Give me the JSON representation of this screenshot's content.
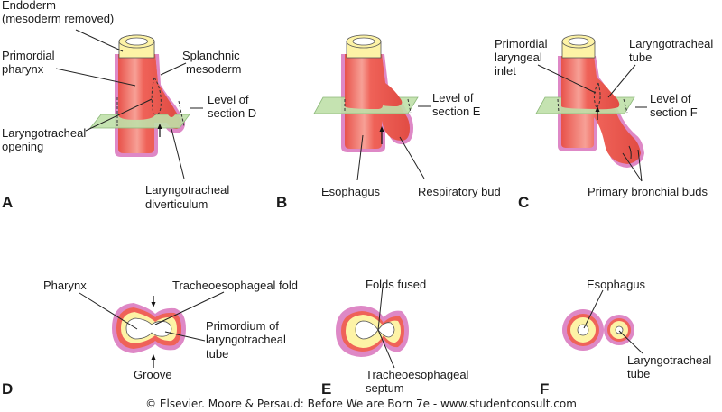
{
  "figure": {
    "colors": {
      "mesoderm": "#de88c6",
      "endoderm_outer": "#ef6258",
      "endoderm_highlight": "#f7a096",
      "lumen_ring": "#fdf3a6",
      "section_plane": "#bfe0a8",
      "section_plane_edge": "#8cb87a"
    },
    "panels": {
      "A": {
        "letter": "A",
        "labels": {
          "endoderm_1": "Endoderm",
          "endoderm_2": "(mesoderm removed)",
          "primordial_pharynx_1": "Primordial",
          "primordial_pharynx_2": "pharynx",
          "splanchnic_1": "Splanchnic",
          "splanchnic_2": "mesoderm",
          "level_1": "Level of",
          "level_2": "section D",
          "lt_opening_1": "Laryngotracheal",
          "lt_opening_2": "opening",
          "lt_divert_1": "Laryngotracheal",
          "lt_divert_2": "diverticulum"
        }
      },
      "B": {
        "letter": "B",
        "labels": {
          "level_1": "Level of",
          "level_2": "section E",
          "esophagus": "Esophagus",
          "respiratory_bud": "Respiratory bud"
        }
      },
      "C": {
        "letter": "C",
        "labels": {
          "inlet_1": "Primordial",
          "inlet_2": "laryngeal",
          "inlet_3": "inlet",
          "lt_tube_1": "Laryngotracheal",
          "lt_tube_2": "tube",
          "level_1": "Level of",
          "level_2": "section F",
          "bronchial_buds": "Primary bronchial buds"
        }
      },
      "D": {
        "letter": "D",
        "labels": {
          "pharynx": "Pharynx",
          "te_fold": "Tracheoesophageal fold",
          "primordium_1": "Primordium of",
          "primordium_2": "laryngotracheal",
          "primordium_3": "tube",
          "groove": "Groove"
        }
      },
      "E": {
        "letter": "E",
        "labels": {
          "folds_fused": "Folds fused",
          "septum_1": "Tracheoesophageal",
          "septum_2": "septum"
        }
      },
      "F": {
        "letter": "F",
        "labels": {
          "esophagus": "Esophagus",
          "lt_tube_1": "Laryngotracheal",
          "lt_tube_2": "tube"
        }
      }
    },
    "copyright": "© Elsevier. Moore & Persaud: Before We are Born 7e - www.studentconsult.com"
  }
}
